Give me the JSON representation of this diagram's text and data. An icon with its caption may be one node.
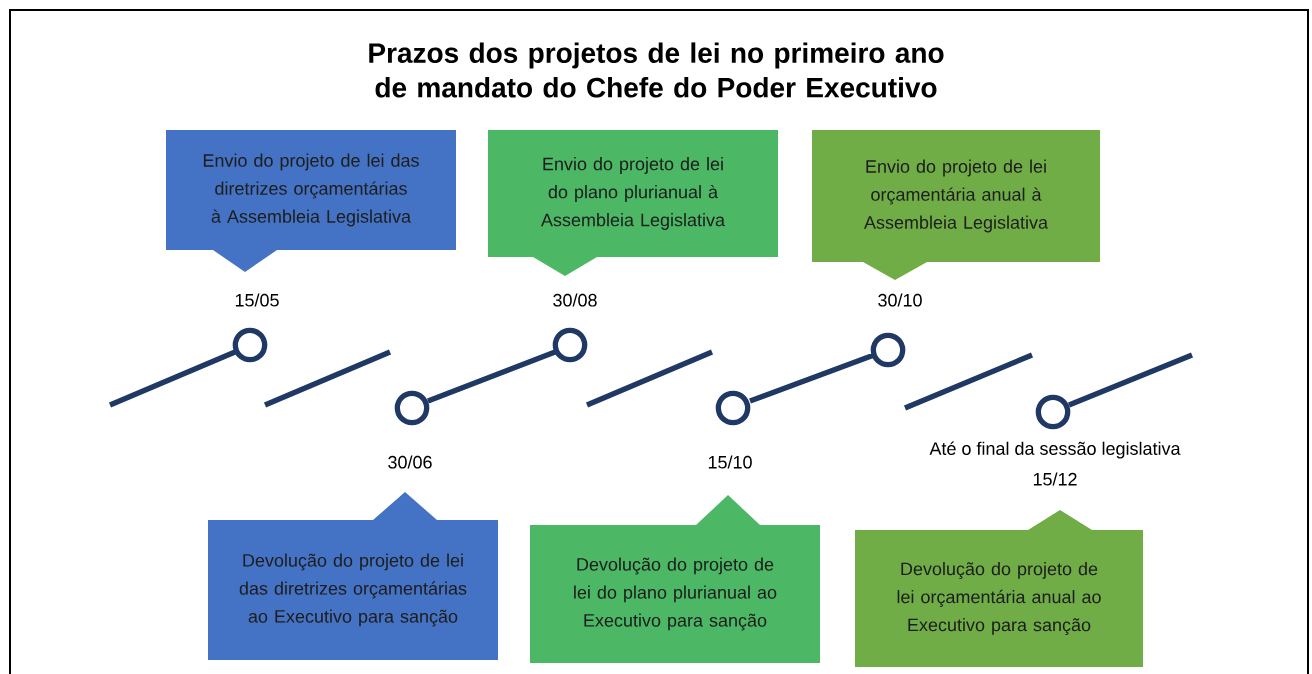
{
  "diagram": {
    "title": "Prazos dos projetos de lei no primeiro ano de mandato do Chefe do Poder Executivo",
    "nodes": [
      {
        "text": [
          "Envio do projeto de lei das diretrizes orçamentárias à Assembleia Legislativa"
        ],
        "beside": [
          "15/05"
        ]
      },
      {
        "text": [
          "Devolução do projeto de lei das diretrizes orçamentárias ao Executivo para sanção"
        ],
        "beside": [
          "30/06"
        ]
      },
      {
        "text": [
          "Envio do projeto de lei do plano plurianual à Assembleia Legislativa"
        ],
        "beside": [
          "30/08"
        ]
      },
      {
        "text": [
          "Devolução do projeto de lei do plano plurianual ao Executivo para sanção"
        ],
        "beside": [
          "15/10"
        ]
      },
      {
        "text": [
          "Envio do projeto de lei orçamentária anual à Assembleia Legislativa"
        ],
        "beside": [
          "30/10"
        ]
      },
      {
        "text": [
          "Devolução do projeto de lei orçamentária anual ao Executivo para sanção"
        ],
        "beside": [
          "Até o final da sessão legislativa",
          "15/12"
        ]
      }
    ]
  }
}
